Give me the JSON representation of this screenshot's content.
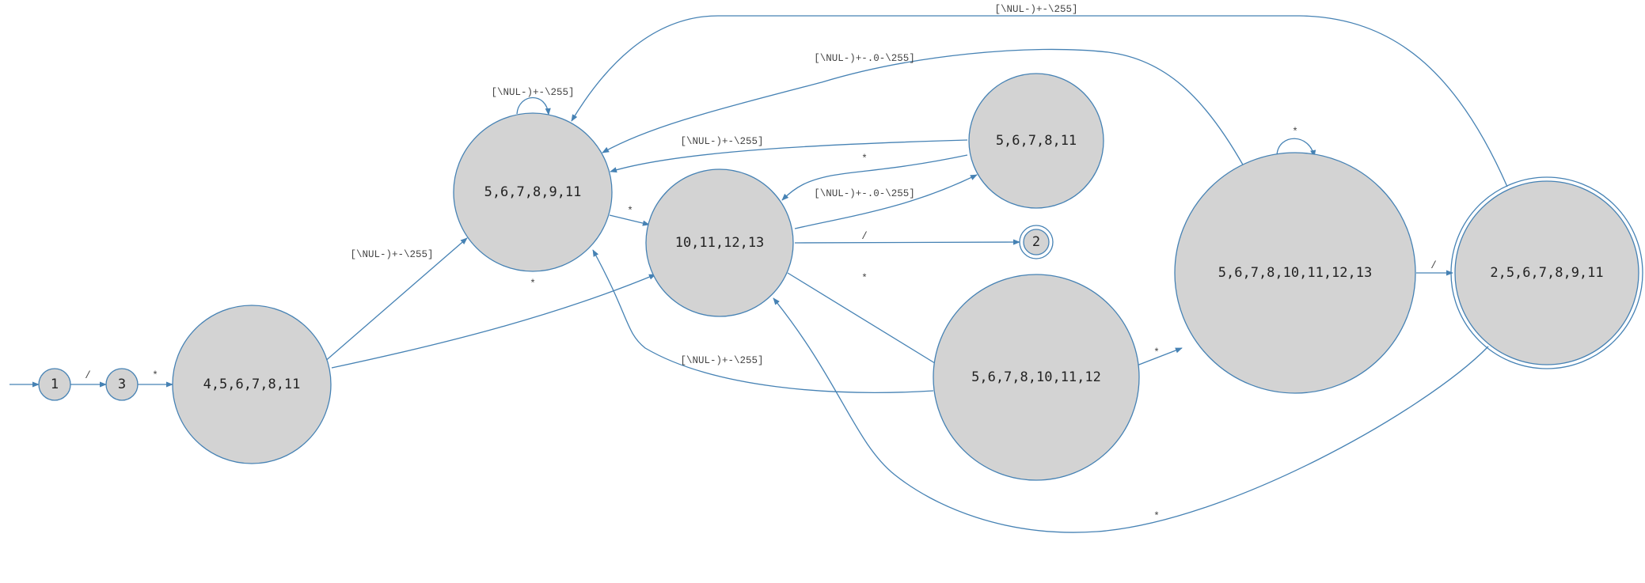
{
  "graph": {
    "colors": {
      "fill": "#d3d3d3",
      "stroke": "#4682b4",
      "text": "#222222"
    },
    "nodes": [
      {
        "id": "n1",
        "label": "1",
        "accepting": false
      },
      {
        "id": "n3",
        "label": "3",
        "accepting": false
      },
      {
        "id": "n4",
        "label": "4,5,6,7,8,11",
        "accepting": false
      },
      {
        "id": "n59",
        "label": "5,6,7,8,9,11",
        "accepting": false
      },
      {
        "id": "n10",
        "label": "10,11,12,13",
        "accepting": false
      },
      {
        "id": "n511",
        "label": "5,6,7,8,11",
        "accepting": false
      },
      {
        "id": "n2",
        "label": "2",
        "accepting": true
      },
      {
        "id": "n512",
        "label": "5,6,7,8,10,11,12",
        "accepting": false
      },
      {
        "id": "n513",
        "label": "5,6,7,8,10,11,12,13",
        "accepting": false
      },
      {
        "id": "nf",
        "label": "2,5,6,7,8,9,11",
        "accepting": true
      }
    ],
    "edges": [
      {
        "id": "start",
        "from": "",
        "to": "n1",
        "label": ""
      },
      {
        "id": "e1_3",
        "from": "n1",
        "to": "n3",
        "label": "/"
      },
      {
        "id": "e3_4",
        "from": "n3",
        "to": "n4",
        "label": "*"
      },
      {
        "id": "e4_59",
        "from": "n4",
        "to": "n59",
        "label": "[\\NUL-)+-\\255]"
      },
      {
        "id": "e4_10",
        "from": "n4",
        "to": "n10",
        "label": "*"
      },
      {
        "id": "e59_59",
        "from": "n59",
        "to": "n59",
        "label": "[\\NUL-)+-\\255]"
      },
      {
        "id": "e59_10",
        "from": "n59",
        "to": "n10",
        "label": "*"
      },
      {
        "id": "e10_511",
        "from": "n10",
        "to": "n511",
        "label": "[\\NUL-)+-.0-\\255]"
      },
      {
        "id": "e10_2",
        "from": "n10",
        "to": "n2",
        "label": "/"
      },
      {
        "id": "e10_512",
        "from": "n10",
        "to": "n512",
        "label": "*"
      },
      {
        "id": "e511_59",
        "from": "n511",
        "to": "n59",
        "label": "[\\NUL-)+-\\255]"
      },
      {
        "id": "e511_10",
        "from": "n511",
        "to": "n10",
        "label": "*"
      },
      {
        "id": "e512_59",
        "from": "n512",
        "to": "n59",
        "label": "[\\NUL-)+-\\255]"
      },
      {
        "id": "e512_513",
        "from": "n512",
        "to": "n513",
        "label": "*"
      },
      {
        "id": "e513_513",
        "from": "n513",
        "to": "n513",
        "label": "*"
      },
      {
        "id": "e513_59",
        "from": "n513",
        "to": "n59",
        "label": "[\\NUL-)+-.0-\\255]"
      },
      {
        "id": "e513_f",
        "from": "n513",
        "to": "nf",
        "label": "/"
      },
      {
        "id": "ef_59",
        "from": "nf",
        "to": "n59",
        "label": "[\\NUL-)+-\\255]"
      },
      {
        "id": "ef_10",
        "from": "nf",
        "to": "n10",
        "label": "*"
      }
    ]
  }
}
